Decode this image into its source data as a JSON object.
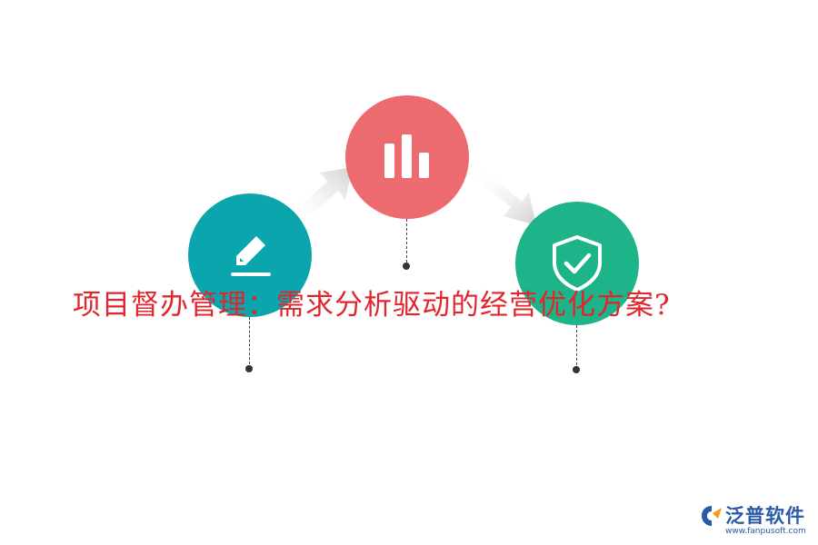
{
  "diagram": {
    "steps": [
      {
        "icon": "pencil-icon",
        "color": "#0aa5ad"
      },
      {
        "icon": "bar-chart-icon",
        "color": "#ec6b6e"
      },
      {
        "icon": "shield-check-icon",
        "color": "#1db48a"
      }
    ],
    "arrow_color": "#d6d6d6"
  },
  "headline": {
    "text": "项目督办管理：需求分析驱动的经营优化方案?",
    "color": "#e0262c"
  },
  "logo": {
    "name": "泛普软件",
    "url": "www.fanpusoft.com",
    "color": "#2a5aa8"
  }
}
